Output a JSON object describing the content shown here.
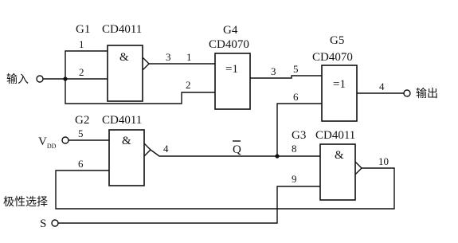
{
  "gates": {
    "g1": {
      "name": "G1",
      "chip": "CD4011",
      "symbol": "&"
    },
    "g2": {
      "name": "G2",
      "chip": "CD4011",
      "symbol": "&"
    },
    "g3": {
      "name": "G3",
      "chip": "CD4011",
      "symbol": "&"
    },
    "g4": {
      "name": "G4",
      "chip": "CD4070",
      "symbol": "=1"
    },
    "g5": {
      "name": "G5",
      "chip": "CD4070",
      "symbol": "=1"
    }
  },
  "pins": {
    "g1_in_a": "1",
    "g1_in_b": "2",
    "g1_out": "3",
    "g4_in_a": "1",
    "g4_in_b": "2",
    "g4_out": "3",
    "g5_in_a": "5",
    "g5_in_b": "6",
    "g5_out": "4",
    "g2_in_a": "5",
    "g2_in_b": "6",
    "g2_out": "4",
    "g3_in_a": "8",
    "g3_in_b": "9",
    "g3_out": "10"
  },
  "labels": {
    "input": "输入",
    "output": "输出",
    "vdd_main": "V",
    "vdd_sub": "DD",
    "polarity_select": "极性选择",
    "s": "S",
    "q_bar": "Q"
  }
}
